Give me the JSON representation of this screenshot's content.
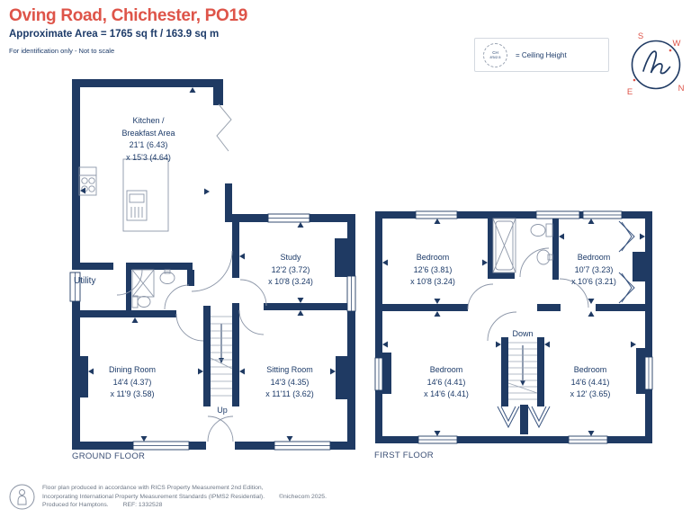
{
  "header": {
    "title": "Oving Road, Chichester, PO19",
    "area": "Approximate Area = 1765 sq ft / 163.9 sq m",
    "note": "For identification only - Not to scale"
  },
  "legend": {
    "badge_top": "CH",
    "badge_bottom": "8'5/2.5",
    "label": "= Ceiling Height"
  },
  "compass": {
    "n": "N",
    "s": "S",
    "e": "E",
    "w": "W"
  },
  "ground_floor": {
    "label": "GROUND FLOOR",
    "kitchen": [
      "Kitchen /",
      "Breakfast Area",
      "21'1 (6.43)",
      "x 15'3 (4.64)"
    ],
    "study": [
      "Study",
      "12'2 (3.72)",
      "x 10'8 (3.24)"
    ],
    "dining": [
      "Dining Room",
      "14'4 (4.37)",
      "x 11'9 (3.58)"
    ],
    "sitting": [
      "Sitting Room",
      "14'3 (4.35)",
      "x 11'11 (3.62)"
    ],
    "utility": "Utility",
    "stairs": "Up"
  },
  "first_floor": {
    "label": "FIRST FLOOR",
    "bedroom_tl": [
      "Bedroom",
      "12'6 (3.81)",
      "x 10'8 (3.24)"
    ],
    "bedroom_tr": [
      "Bedroom",
      "10'7 (3.23)",
      "x 10'6 (3.21)"
    ],
    "bedroom_bl": [
      "Bedroom",
      "14'6 (4.41)",
      "x 14'6 (4.41)"
    ],
    "bedroom_br": [
      "Bedroom",
      "14'6 (4.41)",
      "x 12' (3.65)"
    ],
    "stairs": "Down"
  },
  "footer": {
    "line1": "Floor plan produced in accordance with RICS Property Measurement 2nd Edition,",
    "line2": "Incorporating International Property Measurement Standards (IPMS2 Residential).",
    "copyright": "©nichecom 2025.",
    "line3a": "Produced for Hamptons.",
    "ref": "REF: 1332528"
  },
  "colors": {
    "accent_red": "#DE5449",
    "wall_navy": "#1F3A63",
    "text_navy": "#1D3B69",
    "muted_gray": "#6E7887",
    "fixture_gray": "#8C96A8"
  }
}
